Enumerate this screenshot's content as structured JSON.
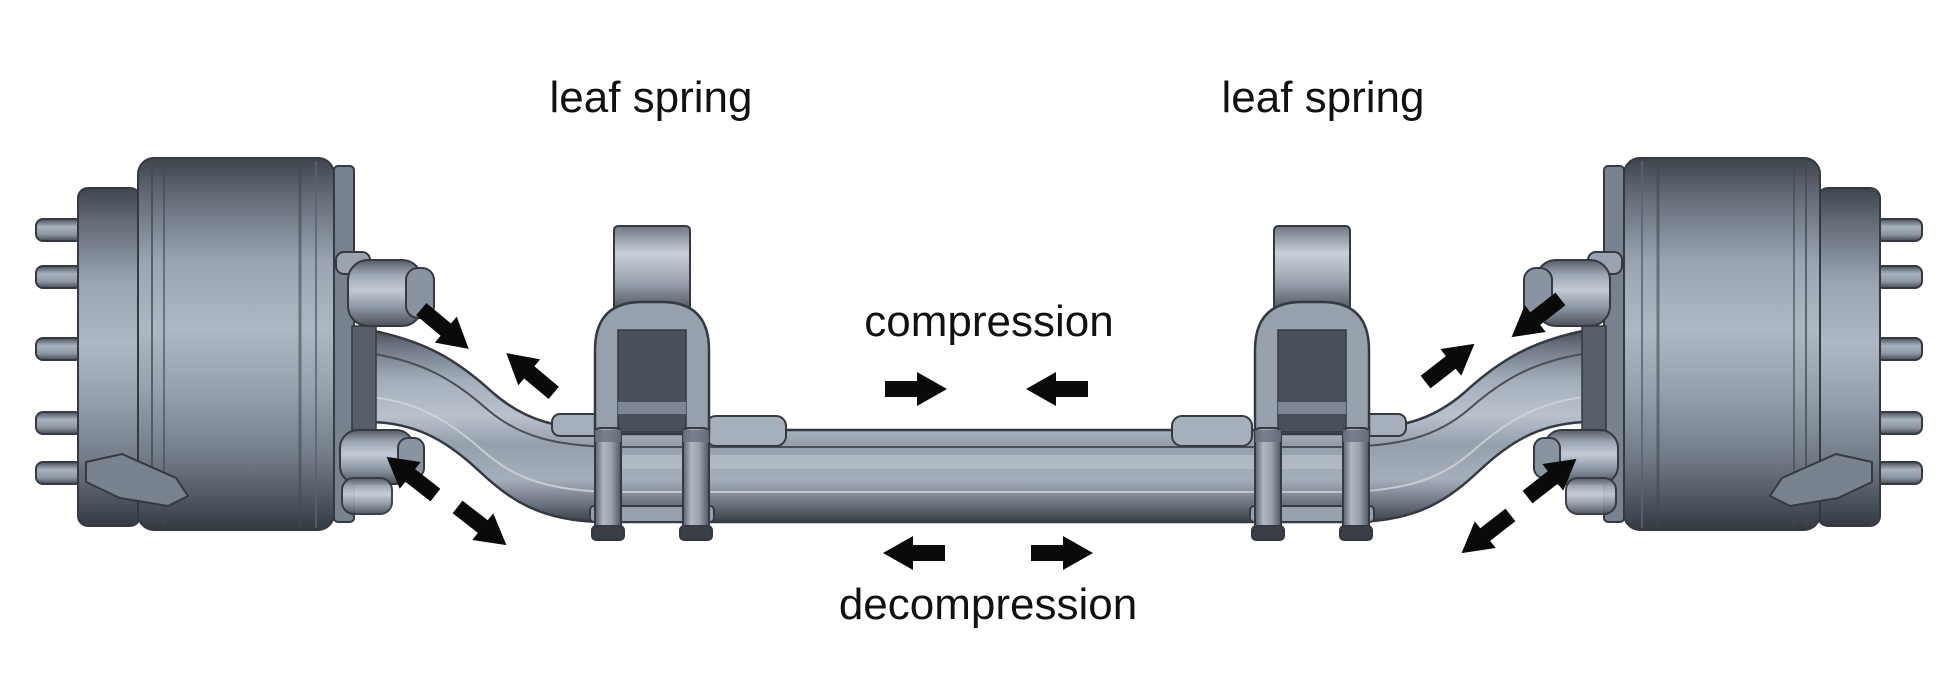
{
  "diagram": {
    "title": "front axle leaf spring load diagram",
    "labels": {
      "leaf_spring_left": "leaf spring",
      "leaf_spring_right": "leaf spring",
      "compression": "compression",
      "decompression": "decompression"
    },
    "colors": {
      "background": "#ffffff",
      "label_text": "#111111",
      "arrow": "#0a0a0a",
      "metal_light": "#c6cdd7",
      "metal_mid": "#99a3b0",
      "metal_dark": "#50565f",
      "edge_outline": "#343942"
    },
    "components": {
      "left_hub": "wheel hub with brake drum and studs",
      "right_hub": "wheel hub with brake drum and studs",
      "axle_beam": "drop-forged I-beam axle",
      "left_spring_seat": "leaf spring seat with U-bolt clamp",
      "right_spring_seat": "leaf spring seat with U-bolt clamp"
    },
    "icons": [
      "compression-arrow-pair-center",
      "decompression-arrow-pair-center",
      "compression-arrow-pair-left-arm",
      "decompression-arrow-pair-left-arm",
      "compression-arrow-pair-right-arm",
      "decompression-arrow-pair-right-arm"
    ]
  }
}
